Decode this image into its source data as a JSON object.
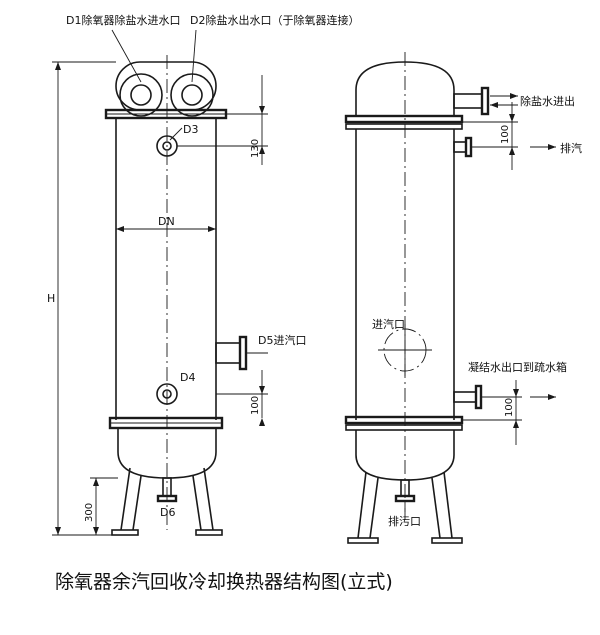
{
  "labels": {
    "d1": "D1除氧器除盐水进水口",
    "d2": "D2除盐水出水口（于除氧器连接）",
    "d3": "D3",
    "dn": "DN",
    "d5": "D5进汽口",
    "d4": "D4",
    "d6": "D6",
    "h": "H",
    "dim130": "130",
    "dim100a": "100",
    "dim300": "300",
    "r_inlet": "除盐水进出",
    "r_dim100a": "100",
    "r_drain": "排汽",
    "r_steam": "进汽口",
    "r_condensate": "凝结水出口到疏水箱",
    "r_dim100b": "100",
    "r_blowdown": "排污口"
  },
  "caption": "除氧器余汽回收冷却换热器结构图(立式)"
}
